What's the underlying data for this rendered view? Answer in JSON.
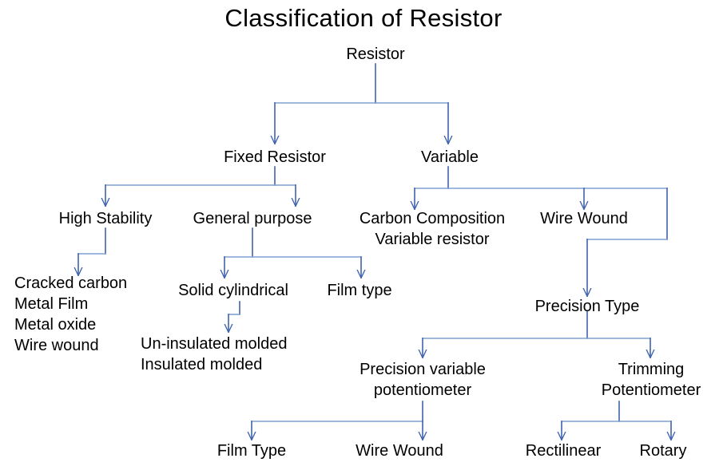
{
  "diagram": {
    "title": "Classification of Resistor",
    "colors": {
      "line_dark": "#3F63AE",
      "line_light": "#7FA0D4",
      "text": "#000000",
      "background": "#FFFFFF"
    },
    "nodes": {
      "root": "Resistor",
      "fixed_resistor": "Fixed Resistor",
      "variable": "Variable",
      "high_stability": "High Stability",
      "general_purpose": "General purpose",
      "carbon_composition_variable_resistor": "Carbon Composition\nVariable resistor",
      "wire_wound": "Wire Wound",
      "high_stability_types": "Cracked carbon\nMetal Film\nMetal oxide\nWire wound",
      "solid_cylindrical": "Solid cylindrical",
      "film_type": "Film type",
      "molded_types": "Un-insulated molded\nInsulated molded",
      "precision_type": "Precision Type",
      "precision_variable_potentiometer": "Precision variable\npotentiometer",
      "trimming_potentiometer": "Trimming\nPotentiometer",
      "film_type_2": "Film Type",
      "wire_wound_2": "Wire Wound",
      "rectilinear": "Rectilinear",
      "rotary": "Rotary"
    }
  }
}
